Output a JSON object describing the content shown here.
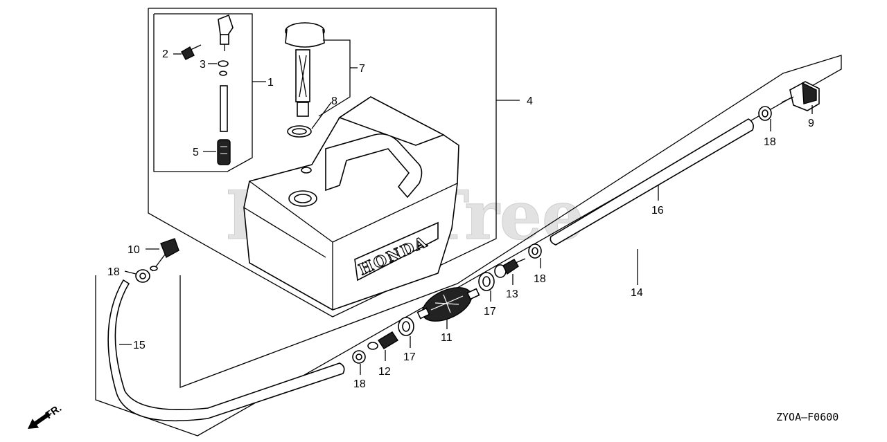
{
  "watermark": "PartsTree",
  "tank_brand": "HONDA",
  "diagram_code": "ZYOA—F0600",
  "direction_label": "FR.",
  "callouts": {
    "c1": "1",
    "c2": "2",
    "c3": "3",
    "c4": "4",
    "c5": "5",
    "c7": "7",
    "c8": "8",
    "c9": "9",
    "c10": "10",
    "c11": "11",
    "c12": "12",
    "c13": "13",
    "c14": "14",
    "c15": "15",
    "c16": "16",
    "c17a": "17",
    "c17b": "17",
    "c18a": "18",
    "c18b": "18",
    "c18c": "18",
    "c18d": "18"
  }
}
